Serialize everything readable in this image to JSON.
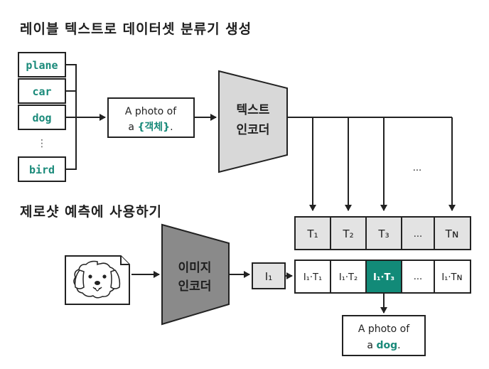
{
  "titles": {
    "section1": "레이블 텍스트로 데이터셋 분류기 생성",
    "section2": "제로샷 예측에 사용하기"
  },
  "labels": [
    "plane",
    "car",
    "dog",
    "⋮",
    "bird"
  ],
  "prompt": {
    "line1": "A photo of",
    "line2_prefix": "a ",
    "line2_var": "{객체}",
    "line2_suffix": "."
  },
  "text_encoder": {
    "line1": "텍스트",
    "line2": "인코더"
  },
  "image_encoder": {
    "line1": "이미지",
    "line2": "인코더"
  },
  "ellipsis": "...",
  "text_features": [
    "T₁",
    "T₂",
    "T₃",
    "...",
    "Tɴ"
  ],
  "image_feature": "I₁",
  "products": [
    "I₁·T₁",
    "I₁·T₂",
    "I₁·T₃",
    "...",
    "I₁·Tɴ"
  ],
  "result": {
    "line1": "A photo of",
    "line2_prefix": "a ",
    "line2_var": "dog",
    "line2_suffix": "."
  },
  "colors": {
    "label_text": "#1a8a7a",
    "highlight": "#128a78",
    "encoder_light": "#d8d8d8",
    "encoder_dark": "#8a8a8a",
    "cell": "#e3e3e3"
  }
}
